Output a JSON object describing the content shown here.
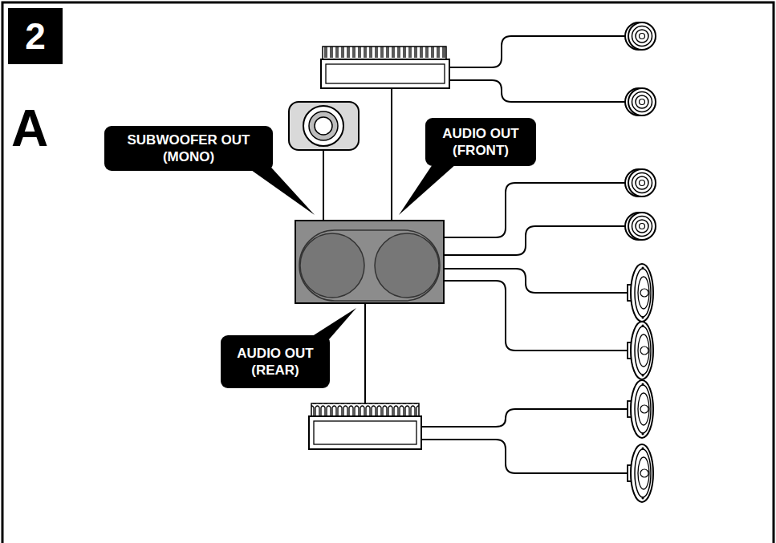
{
  "diagram": {
    "nodes": [
      {
        "text": [
          "2"
        ]
      },
      {
        "text": [
          "SUBWOOFER OUT (MONO)"
        ]
      },
      {
        "text": [
          "AUDIO OUT (FRONT)"
        ]
      },
      {
        "text": [
          "AUDIO OUT (REAR)"
        ]
      }
    ],
    "labels": [
      "A"
    ]
  }
}
